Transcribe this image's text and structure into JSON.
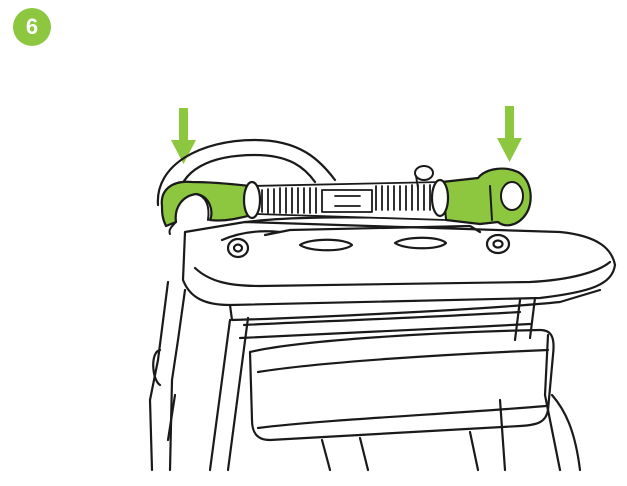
{
  "step": {
    "number": "6"
  },
  "colors": {
    "accent": "#8dc63f",
    "accent_dark": "#6ba42a",
    "line": "#1a1a1a",
    "background": "#ffffff"
  },
  "illustration": {
    "subject": "stroller-frame-bumper-bar-attachment",
    "arrows": [
      "down-arrow-left",
      "down-arrow-right"
    ]
  }
}
